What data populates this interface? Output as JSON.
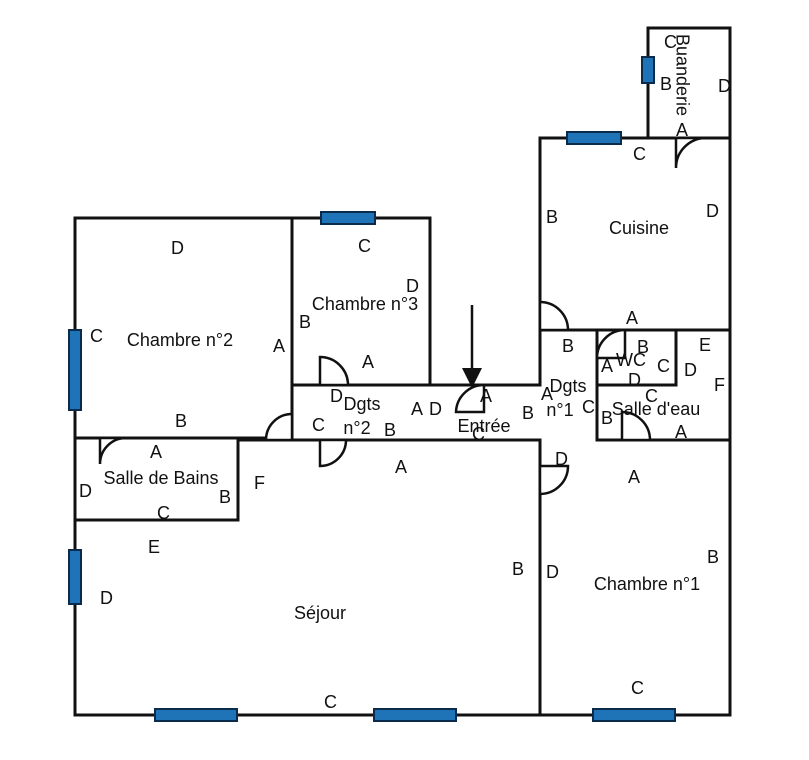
{
  "rooms": {
    "buanderie": "Buanderie",
    "cuisine": "Cuisine",
    "chambre2": "Chambre n°2",
    "chambre3": "Chambre n°3",
    "dgts2_a": "Dgts",
    "dgts2_b": "n°2",
    "entree": "Entrée",
    "dgts1_a": "Dgts",
    "dgts1_b": "n°1",
    "wc": "WC",
    "salle_eau": "Salle d'eau",
    "salle_bains": "Salle de Bains",
    "sejour": "Séjour",
    "chambre1": "Chambre n°1"
  },
  "wall_labels": {
    "buanderie_c": "C",
    "buanderie_b": "B",
    "buanderie_d": "D",
    "buanderie_a": "A",
    "cuisine_c": "C",
    "cuisine_b": "B",
    "cuisine_d": "D",
    "cuisine_a": "A",
    "ch2_d": "D",
    "ch2_c": "C",
    "ch2_a": "A",
    "ch2_b": "B",
    "ch3_c": "C",
    "ch3_d": "D",
    "ch3_b": "B",
    "ch3_a": "A",
    "dg2_d": "D",
    "dg2_c": "C",
    "dg2_b": "B",
    "entree_a": "A",
    "entree_d": "D",
    "entree_a2": "A",
    "entree_c": "C",
    "entree_b": "B",
    "dg1_a": "A",
    "dg1_b": "B",
    "dg1_c": "C",
    "dg1_d": "D",
    "wc_b": "B",
    "wc_a": "A",
    "wc_c": "C",
    "wc_d": "D",
    "se_e": "E",
    "se_d": "D",
    "se_f": "F",
    "se_c": "C",
    "se_b": "B",
    "se_a": "A",
    "sdb_a": "A",
    "sdb_d": "D",
    "sdb_b": "B",
    "sdb_c": "C",
    "sej_f": "F",
    "sej_a": "A",
    "sej_e": "E",
    "sej_d": "D",
    "sej_b": "B",
    "sej_c": "C",
    "ch1_a": "A",
    "ch1_d": "D",
    "ch1_b": "B",
    "ch1_c": "C"
  },
  "colors": {
    "window": "#1f73b7",
    "wall": "#111111"
  }
}
